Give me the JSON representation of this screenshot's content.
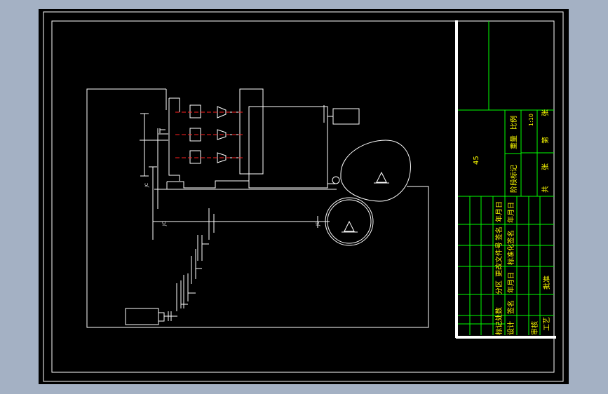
{
  "title_block": {
    "material": "45",
    "stage_mark_label": "阶段标记",
    "weight_label": "重量",
    "scale_label": "比例",
    "scale_value": "1:10",
    "total_label": "共",
    "sheet_unit_1": "张",
    "sheet_label": "第",
    "sheet_unit_2": "张",
    "rev_mark_label": "标记处数",
    "zone_label": "分区",
    "change_doc_label": "更改文件号",
    "signature_label_1": "签名",
    "date_label_1": "年月日",
    "design_label": "设计",
    "signature_label_2": "签名",
    "date_label_2": "年月日",
    "standardize_label": "标准化",
    "signature_label_3": "签名",
    "date_label_3": "年月日",
    "review_label": "审核",
    "process_label": "工艺",
    "approve_label": "批准"
  },
  "schematic": {
    "tags": [
      "JC",
      "JC",
      "JS"
    ]
  },
  "colors": {
    "background": "#a4b1c4",
    "canvas": "#000000",
    "drawing_line": "#ffffff",
    "title_grid": "#00ff00",
    "title_text": "#ffff00",
    "centerline": "#ff2020"
  }
}
